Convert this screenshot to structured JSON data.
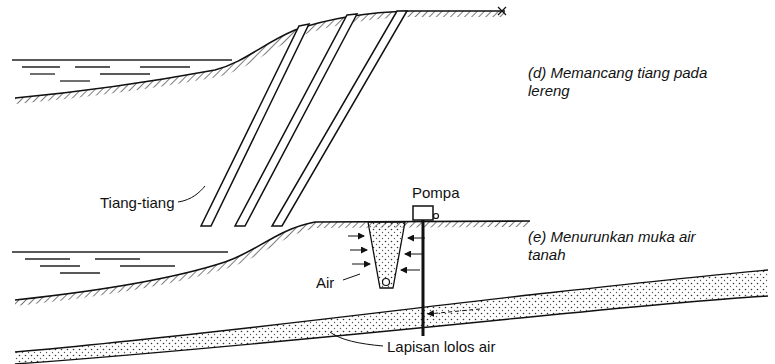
{
  "diagram": {
    "labels": [
      "Tiang-tiang",
      "(d) Memancang tiang pada lereng",
      "Pompa",
      "(e) Menurunkan muka air tanah",
      "Air",
      "Lapisan lolos air"
    ]
  }
}
